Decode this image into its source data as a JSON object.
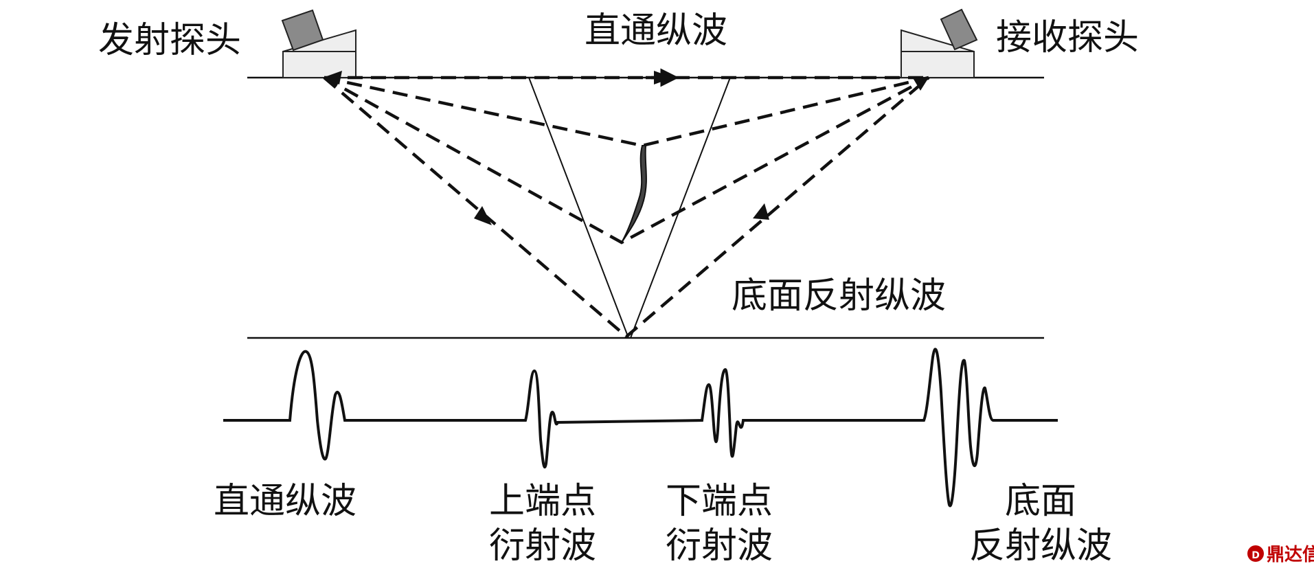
{
  "labels": {
    "transmit_probe": "发射探头",
    "receive_probe": "接收探头",
    "direct_wave_top": "直通纵波",
    "bottom_reflection_mid": "底面反射纵波",
    "direct_wave_bottom": "直通纵波",
    "upper_tip_line1": "上端点",
    "upper_tip_line2": "衍射波",
    "lower_tip_line1": "下端点",
    "lower_tip_line2": "衍射波",
    "bottom_line1": "底面",
    "bottom_line2": "反射纵波"
  },
  "watermark": {
    "text": "鼎达信",
    "color": "#c00000"
  },
  "colors": {
    "line": "#111111",
    "probe_body": "#eeeeee",
    "probe_crystal": "#8a8a8a"
  }
}
